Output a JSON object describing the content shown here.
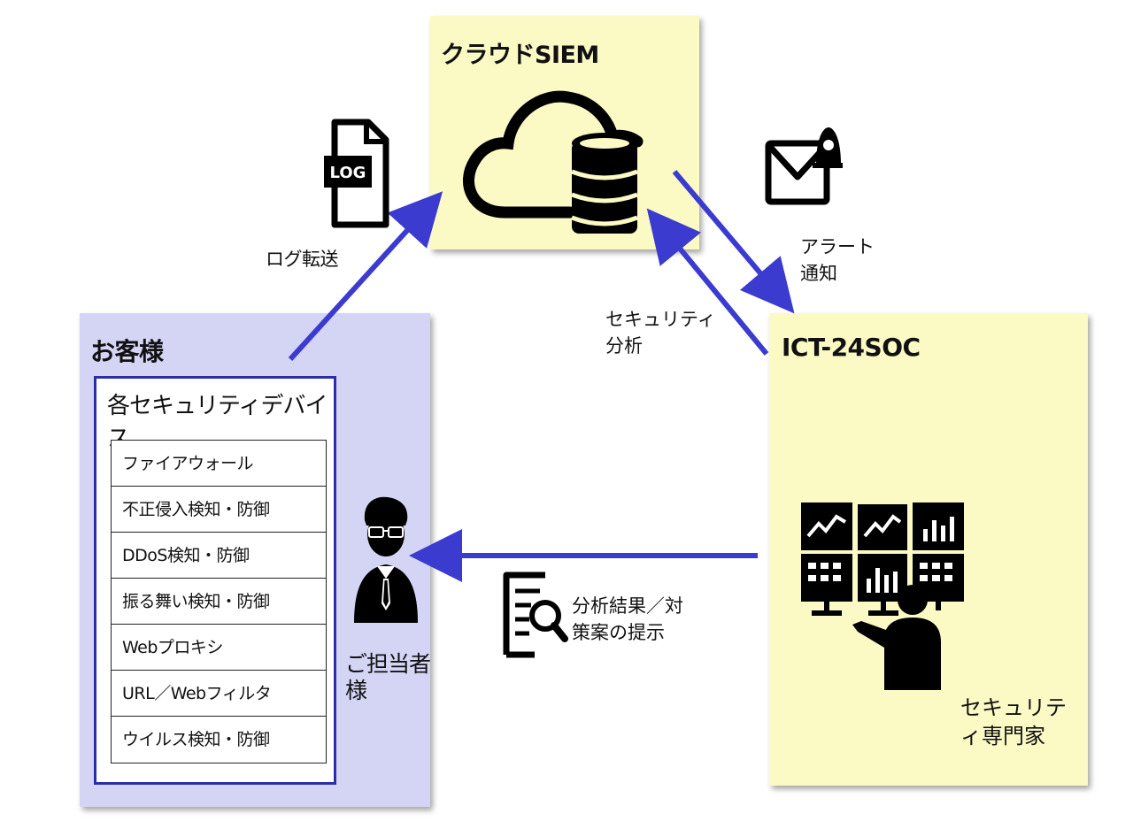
{
  "siem": {
    "title": "クラウドSIEM"
  },
  "customer": {
    "title": "お客様",
    "devices_title": "各セキュリティデバイス",
    "devices": [
      "ファイアウォール",
      "不正侵入検知・防御",
      "DDoS検知・防御",
      "振る舞い検知・防御",
      "Webプロキシ",
      "URL／Webフィルタ",
      "ウイルス検知・防御"
    ],
    "person_label": "ご担当者様"
  },
  "soc": {
    "title": "ICT-24SOC",
    "expert_label": "セキュリティ専門家"
  },
  "flows": {
    "log_icon_text": "LOG",
    "log_transfer": "ログ転送",
    "alert": "アラート通知",
    "security_analysis": "セキュリティ分析",
    "report": "分析結果／対策案の提示"
  },
  "icons": {
    "log": "log-file-icon",
    "cloud_db": "cloud-database-icon",
    "mail_alert": "mail-alert-icon",
    "person": "person-with-glasses-icon",
    "report": "document-search-icon",
    "monitors": "soc-monitors-operator-icon"
  },
  "colors": {
    "yellow_box": "#fbf9c4",
    "customer_box": "#d4d5f5",
    "arrow": "#3b3bd0",
    "frame": "#2a2fa8"
  }
}
